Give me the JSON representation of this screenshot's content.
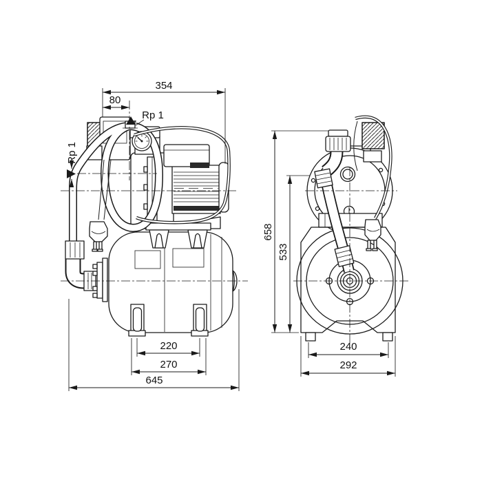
{
  "drawing": {
    "type": "pump dimensional drawing, two orthographic views",
    "colors": {
      "line": "#1a1a1a",
      "background": "#ffffff"
    },
    "side_view": {
      "dims": {
        "overall_width": "354",
        "discharge_offset": "80",
        "discharge_port": "Rp 1",
        "suction_port": "Rp 1",
        "feet_spacing": "220",
        "feet_outer_width": "270",
        "overall_depth": "645"
      }
    },
    "front_view": {
      "dims": {
        "overall_height": "658",
        "suction_port_height": "533",
        "base_feet_spacing": "240",
        "base_width": "292"
      }
    }
  }
}
